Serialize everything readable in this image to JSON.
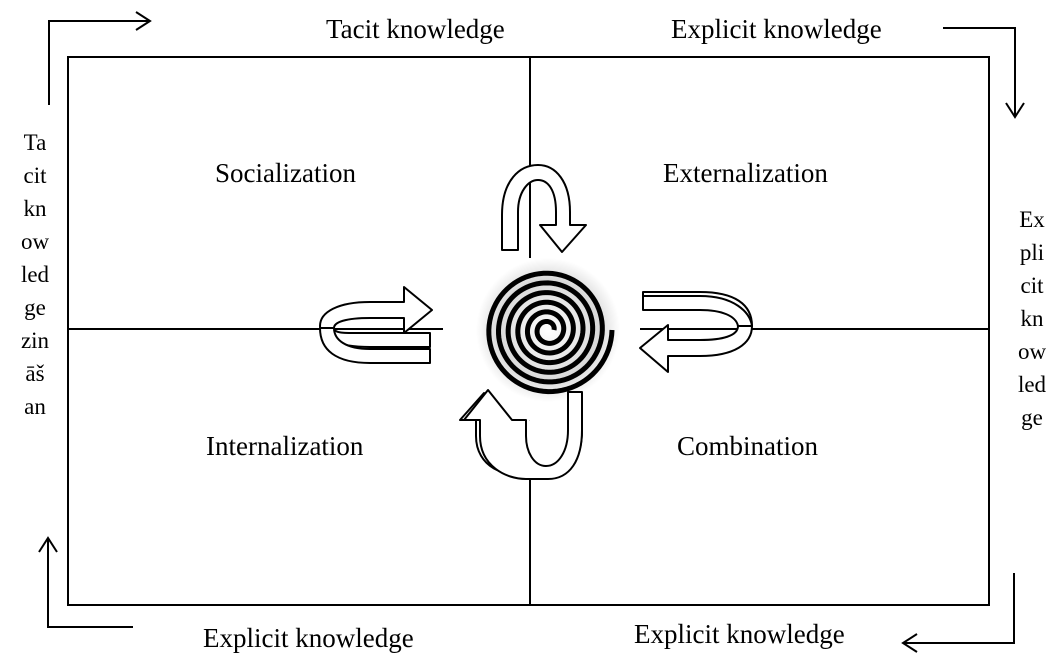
{
  "diagram": {
    "top_left_label": "Tacit knowledge",
    "top_right_label": "Explicit knowledge",
    "bottom_left_label": "Explicit knowledge",
    "bottom_right_label": "Explicit knowledge",
    "left_vertical_label": "Tacit knowledgezināš an",
    "left_vertical_lines": [
      "Ta",
      "cit",
      "kn",
      "ow",
      "led",
      "ge",
      "zin",
      "āš",
      "an"
    ],
    "right_vertical_label": "Explicit knowledge",
    "right_vertical_lines": [
      "Ex",
      "pli",
      "cit",
      "kn",
      "ow",
      "led",
      "ge"
    ],
    "quadrants": {
      "top_left": "Socialization",
      "top_right": "Externalization",
      "bottom_left": "Internalization",
      "bottom_right": "Combination"
    }
  }
}
